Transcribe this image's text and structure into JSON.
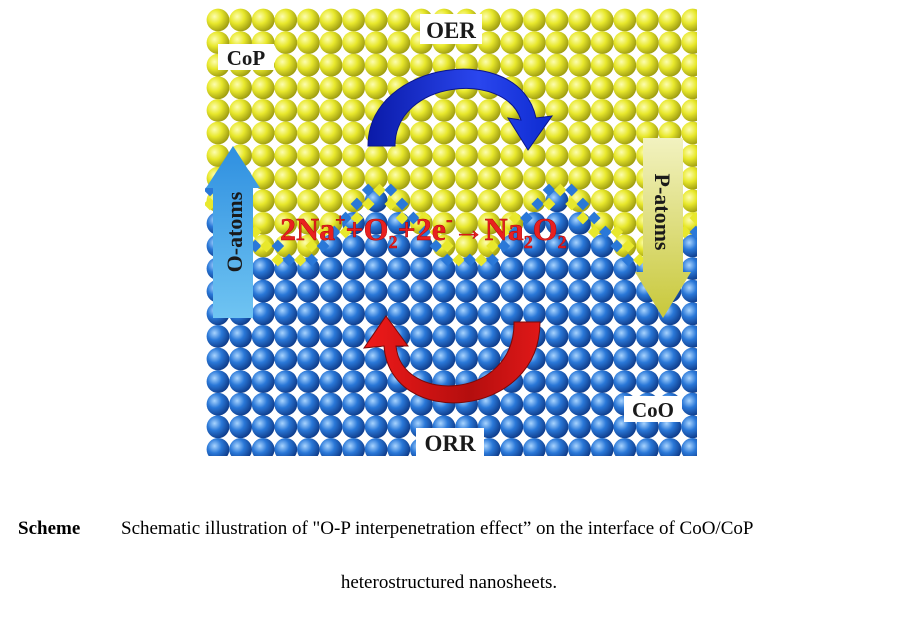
{
  "labels": {
    "oer": "OER",
    "orr": "ORR",
    "cop": "CoP",
    "coo": "CoO",
    "o_atoms": "O-atoms",
    "p_atoms": "P-atoms"
  },
  "reaction": {
    "na_count": "2Na",
    "na_charge": "+",
    "plus1": "+O",
    "o2_sub": "2",
    "plus2": "+2e",
    "e_charge": "-",
    "arrow": "→",
    "na2": "Na",
    "na2_sub": "2",
    "o": "O",
    "o_sub": "2"
  },
  "caption": {
    "label": "Scheme",
    "line1": "Schematic illustration of \"O-P interpenetration effect” on the interface of CoO/CoP",
    "line2": "heterostructured nanosheets."
  },
  "colors": {
    "cop_atom": "#e6e62a",
    "coo_atom": "#2a74d6",
    "oer_arrow": "#1a2fd0",
    "orr_arrow": "#d81818",
    "o_arrow": "#3aa0e6",
    "p_arrow": "#d6d64a",
    "reaction_text": "#e82020"
  }
}
